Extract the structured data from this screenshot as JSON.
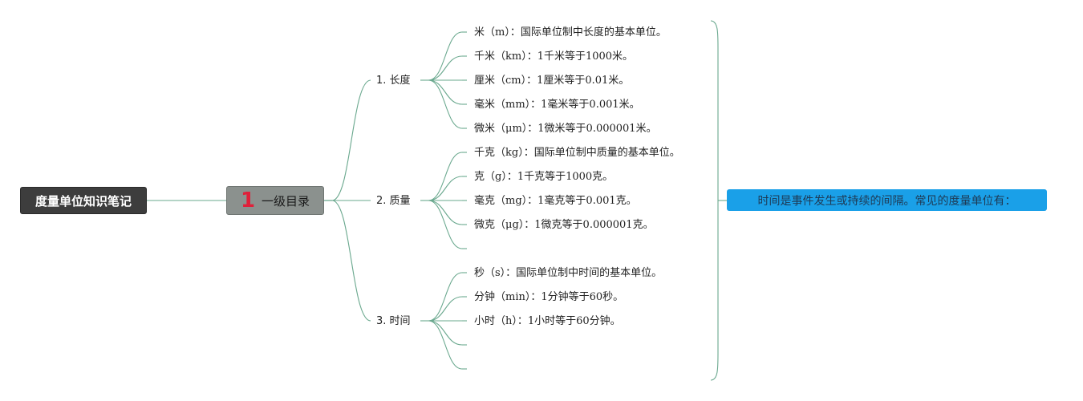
{
  "root": {
    "label": "度量单位知识笔记"
  },
  "level1": {
    "badge": "1",
    "label": "一级目录"
  },
  "categories": [
    {
      "label": "1. 长度",
      "items": [
        "米（m）：国际单位制中长度的基本单位。",
        "千米（km）：1千米等于1000米。",
        "厘米（cm）：1厘米等于0.01米。",
        "毫米（mm）：1毫米等于0.001米。",
        "微米（μm）：1微米等于0.000001米。"
      ]
    },
    {
      "label": "2. 质量",
      "items": [
        "千克（kg）：国际单位制中质量的基本单位。",
        "克（g）：1千克等于1000克。",
        "毫克（mg）：1毫克等于0.001克。",
        "微克（μg）：1微克等于0.000001克。",
        ""
      ]
    },
    {
      "label": "3. 时间",
      "items": [
        "秒（s）：国际单位制中时间的基本单位。",
        "分钟（min）：1分钟等于60秒。",
        "小时（h）：1小时等于60分钟。",
        "",
        ""
      ]
    }
  ],
  "note": {
    "label": "时间是事件发生或持续的间隔。常见的度量单位有："
  },
  "colors": {
    "connector": "#6aa88e",
    "root_bg": "#3d3d3d",
    "level1_bg": "#8b918e",
    "badge": "#e0203a",
    "note_bg": "#1aa0e8"
  }
}
